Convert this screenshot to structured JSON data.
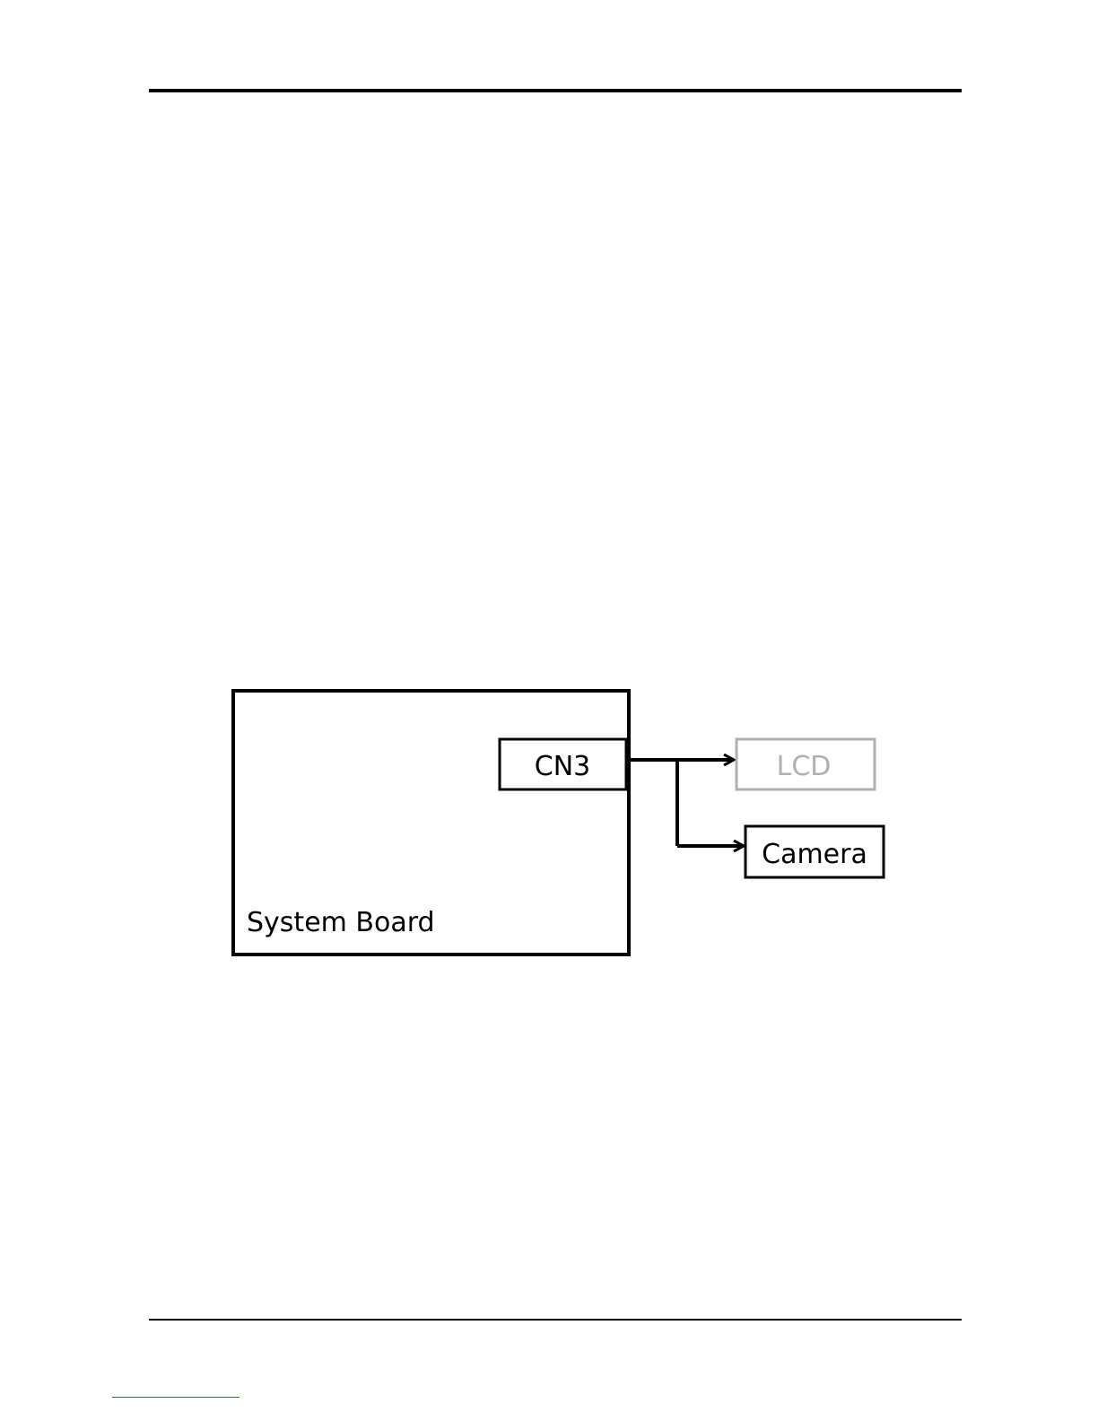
{
  "diagram": {
    "system_board_label": "System Board",
    "connector_label": "CN3",
    "lcd_label": "LCD",
    "camera_label": "Camera"
  },
  "colors": {
    "stroke": "#000000",
    "lcd_gray": "#b0b0b0",
    "link_blue": "#3355cc"
  }
}
